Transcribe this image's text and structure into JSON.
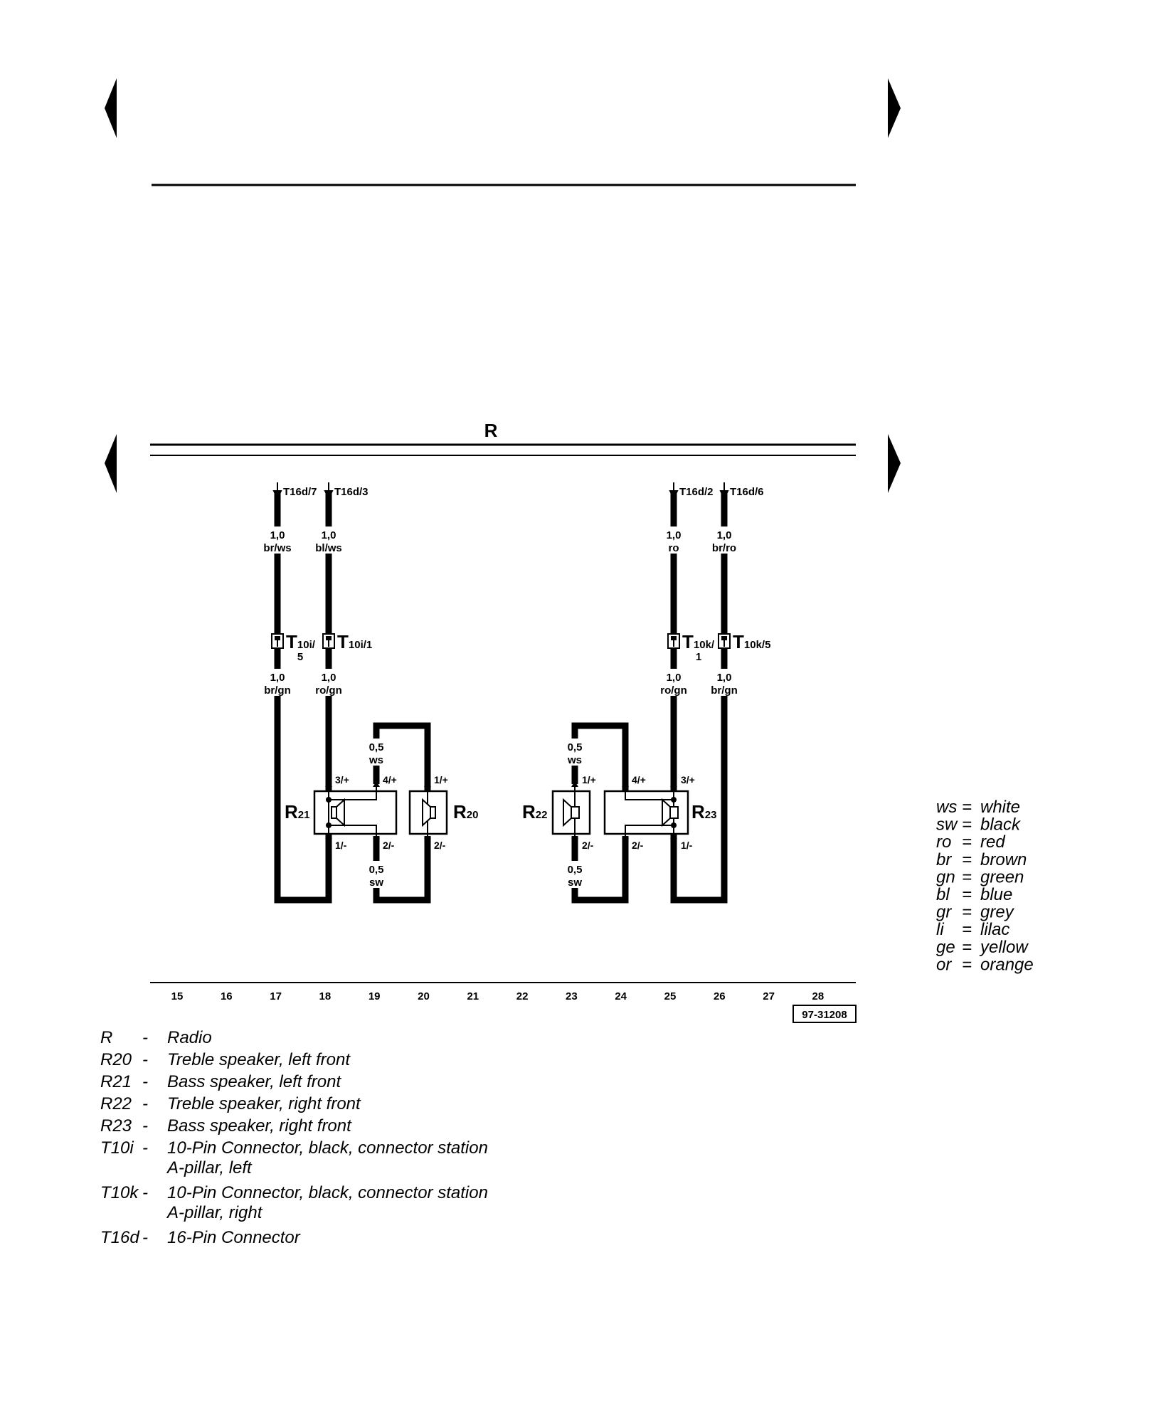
{
  "header": {
    "radio_code": "R"
  },
  "connectors": {
    "t16d_7": "T16d/7",
    "t16d_3": "T16d/3",
    "t16d_2": "T16d/2",
    "t16d_6": "T16d/6"
  },
  "wires": {
    "w17_top_size": "1,0",
    "w17_top_color": "br/ws",
    "w18_top_size": "1,0",
    "w18_top_color": "bl/ws",
    "w25_top_size": "1,0",
    "w25_top_color": "ro",
    "w26_top_size": "1,0",
    "w26_top_color": "br/ro",
    "w17_bot_size": "1,0",
    "w17_bot_color": "br/gn",
    "w18_bot_size": "1,0",
    "w18_bot_color": "ro/gn",
    "w25_bot_size": "1,0",
    "w25_bot_color": "ro/gn",
    "w26_bot_size": "1,0",
    "w26_bot_color": "br/gn",
    "w19_top_size": "0,5",
    "w19_top_color": "ws",
    "w19_bot_size": "0,5",
    "w19_bot_color": "sw",
    "w23_top_size": "0,5",
    "w23_top_color": "ws",
    "w23_bot_size": "0,5",
    "w23_bot_color": "sw"
  },
  "inline_connectors": {
    "t10i_5_main": "T",
    "t10i_5_sub": "10i/",
    "t10i_5_pin": "5",
    "t10i_1_main": "T",
    "t10i_1_sub": "10i/1",
    "t10k_1_main": "T",
    "t10k_1_sub": "10k/",
    "t10k_1_pin": "1",
    "t10k_5_main": "T",
    "t10k_5_sub": "10k/5"
  },
  "components": {
    "r21_main": "R",
    "r21_sub": "21",
    "r20_main": "R",
    "r20_sub": "20",
    "r22_main": "R",
    "r22_sub": "22",
    "r23_main": "R",
    "r23_sub": "23"
  },
  "pins": {
    "r21_plus": "3/+",
    "r21_minus": "1/-",
    "r21_4plus": "4/+",
    "r21_2minus": "2/-",
    "r20_plus": "1/+",
    "r20_minus": "2/-",
    "r22_plus": "1/+",
    "r22_minus": "2/-",
    "r23_4plus": "4/+",
    "r23_2minus": "2/-",
    "r23_plus": "3/+",
    "r23_minus": "1/-"
  },
  "tracks": [
    "15",
    "16",
    "17",
    "18",
    "19",
    "20",
    "21",
    "22",
    "23",
    "24",
    "25",
    "26",
    "27",
    "28"
  ],
  "diagram_id": "97-31208",
  "color_legend": [
    {
      "abbr": "ws",
      "eq": "=",
      "name": "white"
    },
    {
      "abbr": "sw",
      "eq": "=",
      "name": "black"
    },
    {
      "abbr": "ro",
      "eq": "=",
      "name": "red"
    },
    {
      "abbr": "br",
      "eq": "=",
      "name": "brown"
    },
    {
      "abbr": "gn",
      "eq": "=",
      "name": "green"
    },
    {
      "abbr": "bl",
      "eq": "=",
      "name": "blue"
    },
    {
      "abbr": "gr",
      "eq": "=",
      "name": "grey"
    },
    {
      "abbr": "li",
      "eq": "=",
      "name": "lilac"
    },
    {
      "abbr": "ge",
      "eq": "=",
      "name": "yellow"
    },
    {
      "abbr": "or",
      "eq": "=",
      "name": "orange"
    }
  ],
  "component_legend": [
    {
      "code": "R",
      "dash": "-",
      "lines": [
        "Radio"
      ]
    },
    {
      "code": "R20",
      "dash": "-",
      "lines": [
        "Treble speaker, left front"
      ]
    },
    {
      "code": "R21",
      "dash": "-",
      "lines": [
        "Bass speaker, left front"
      ]
    },
    {
      "code": "R22",
      "dash": "-",
      "lines": [
        "Treble speaker, right front"
      ]
    },
    {
      "code": "R23",
      "dash": "-",
      "lines": [
        "Bass speaker, right front"
      ]
    },
    {
      "code": "T10i",
      "dash": "-",
      "lines": [
        "10-Pin Connector, black, connector station",
        "A-pillar, left"
      ]
    },
    {
      "code": "T10k",
      "dash": "-",
      "lines": [
        "10-Pin Connector, black, connector station",
        "A-pillar, right"
      ]
    },
    {
      "code": "T16d",
      "dash": "-",
      "lines": [
        "16-Pin Connector"
      ]
    }
  ]
}
